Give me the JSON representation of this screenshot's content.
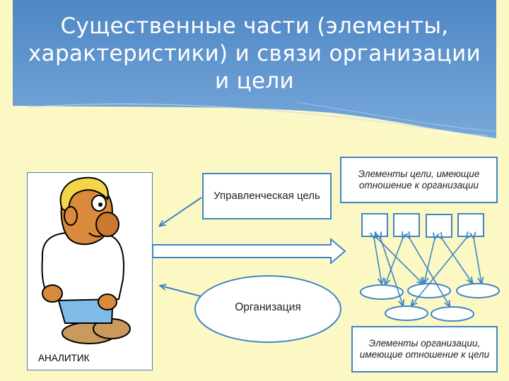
{
  "title": "Существенные части (элементы, характеристики) и связи организации и цели",
  "analyst": {
    "label": "АНАЛИТИК"
  },
  "goal": {
    "label": "Управленческая цель"
  },
  "organization": {
    "label": "Организация"
  },
  "goal_elements": {
    "label": "Элементы цели, имеющие отношение к организации"
  },
  "org_elements": {
    "label": "Элементы организации, имеющие отношение к цели"
  },
  "colors": {
    "border": "#3f84c6",
    "header": "#5c92cc",
    "background": "#fbf8c4"
  }
}
